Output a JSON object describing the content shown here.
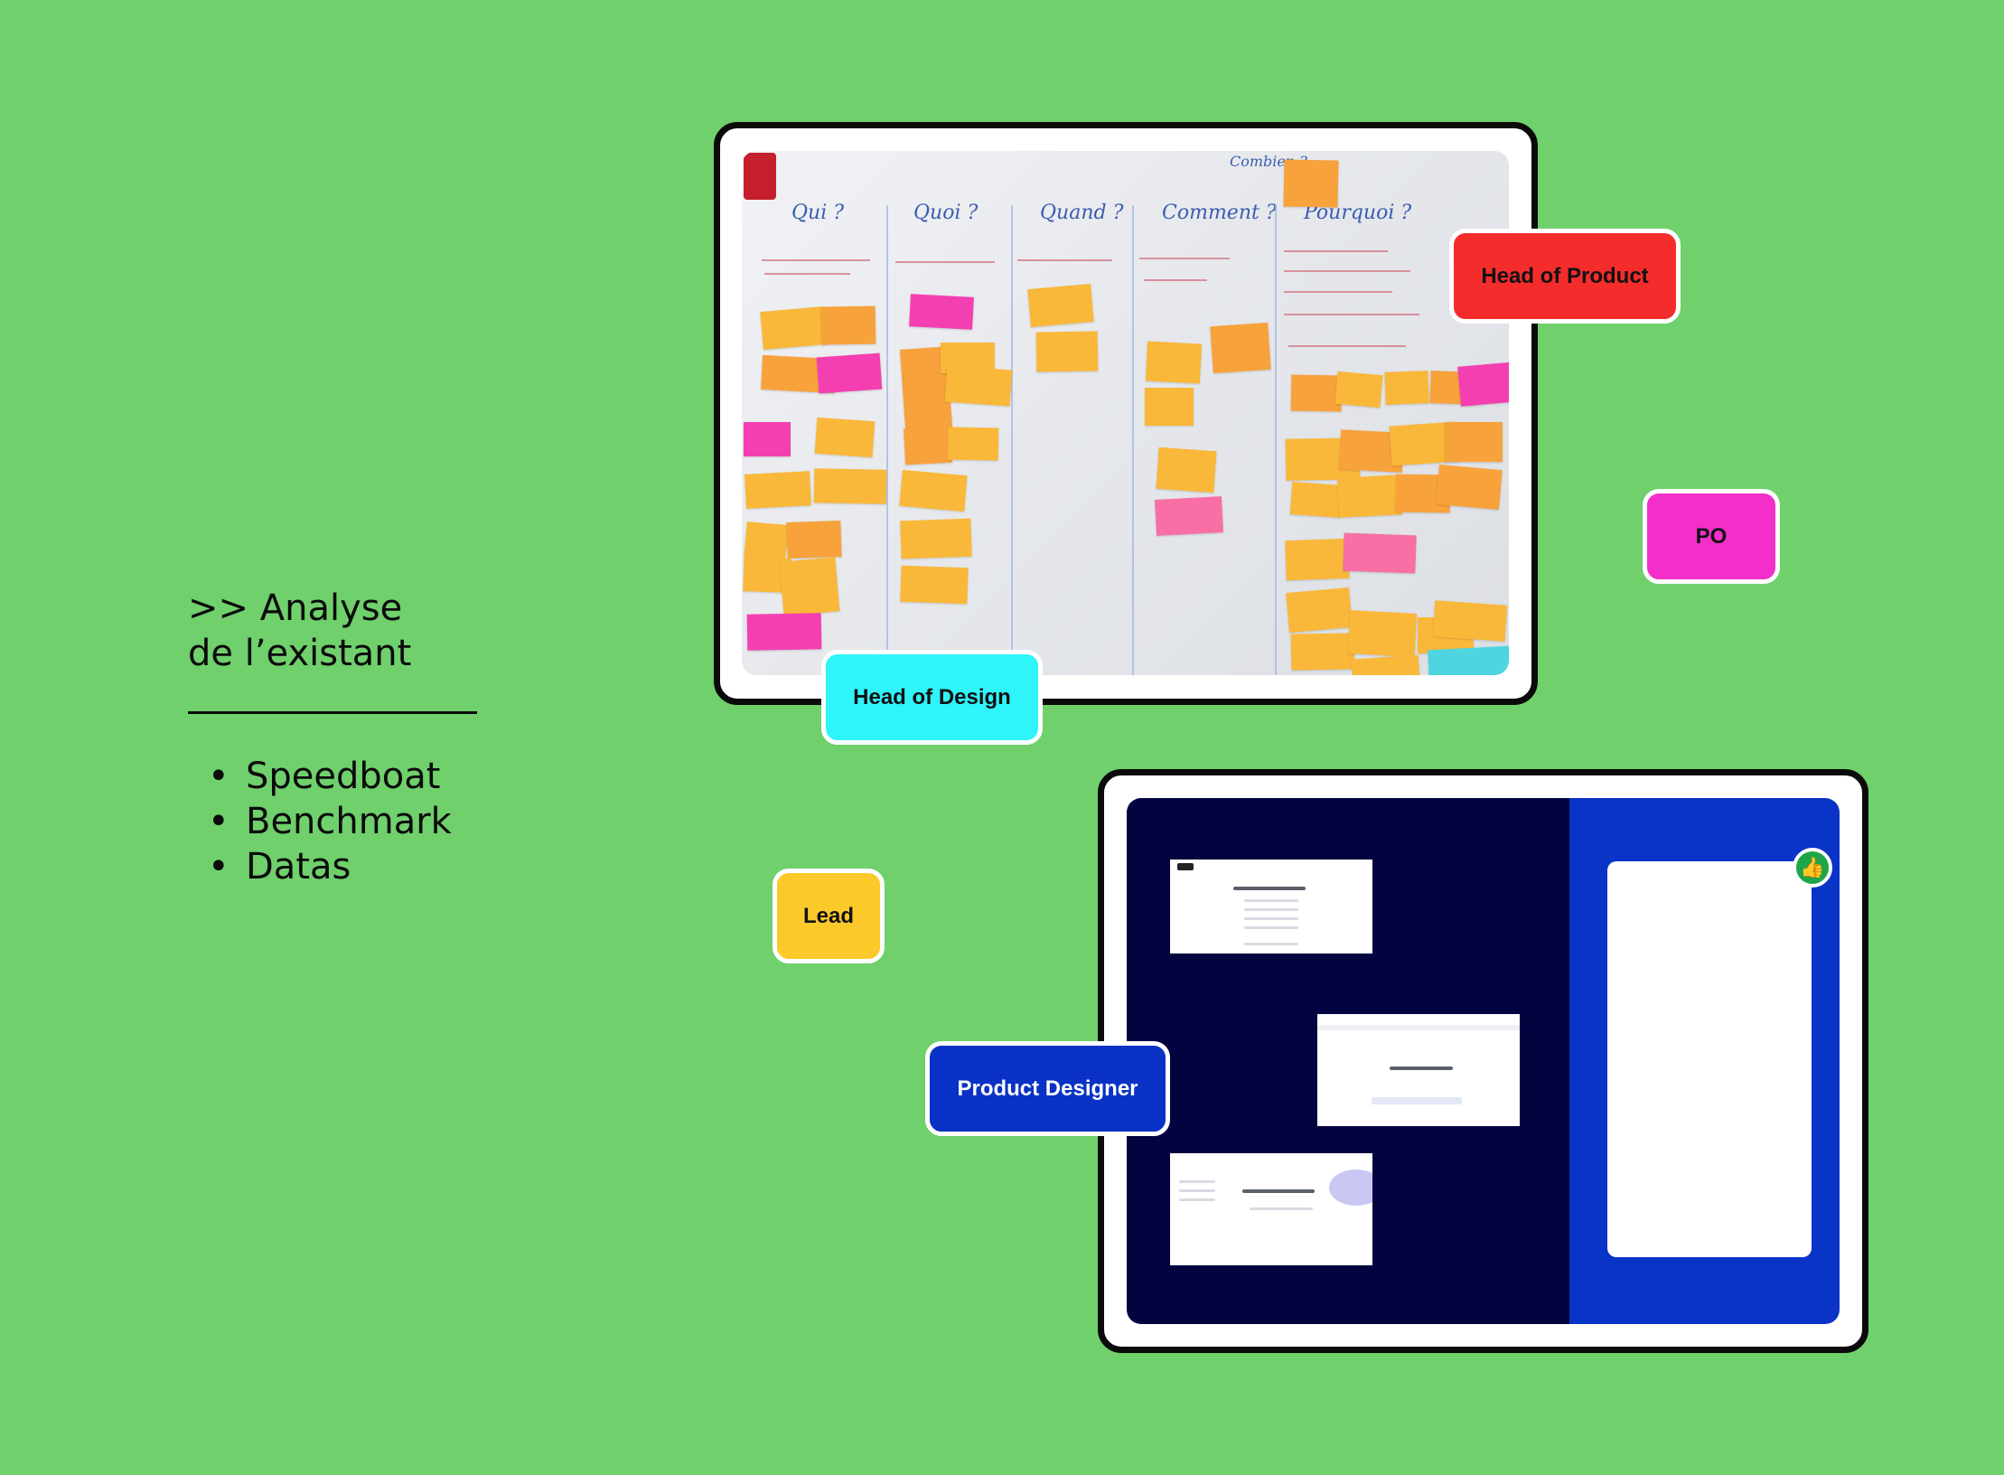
{
  "intro": {
    "title": ">> Analyse\nde l’existant",
    "bullets": [
      "Speedboat",
      "Benchmark",
      "Datas"
    ]
  },
  "whiteboard": {
    "column_headers": [
      "Qui ?",
      "Quoi ?",
      "Quand ?",
      "Comment ?",
      "Pourquoi ?"
    ],
    "corner_note": "Combien ?"
  },
  "roles": {
    "head_of_product": "Head of Product",
    "po": "PO",
    "head_of_design": "Head of Design",
    "lead": "Lead",
    "product_designer": "Product Designer"
  },
  "colors": {
    "background": "#6fd06c",
    "head_of_product": "#f52c2c",
    "po": "#f22fc8",
    "head_of_design": "#2ff4f9",
    "lead": "#fcc92b",
    "product_designer": "#0a32c6",
    "screen_dark": "#03033f",
    "screen_blue": "#0a33c7"
  },
  "icons": {
    "thumbs_up": "thumbs-up-icon"
  }
}
